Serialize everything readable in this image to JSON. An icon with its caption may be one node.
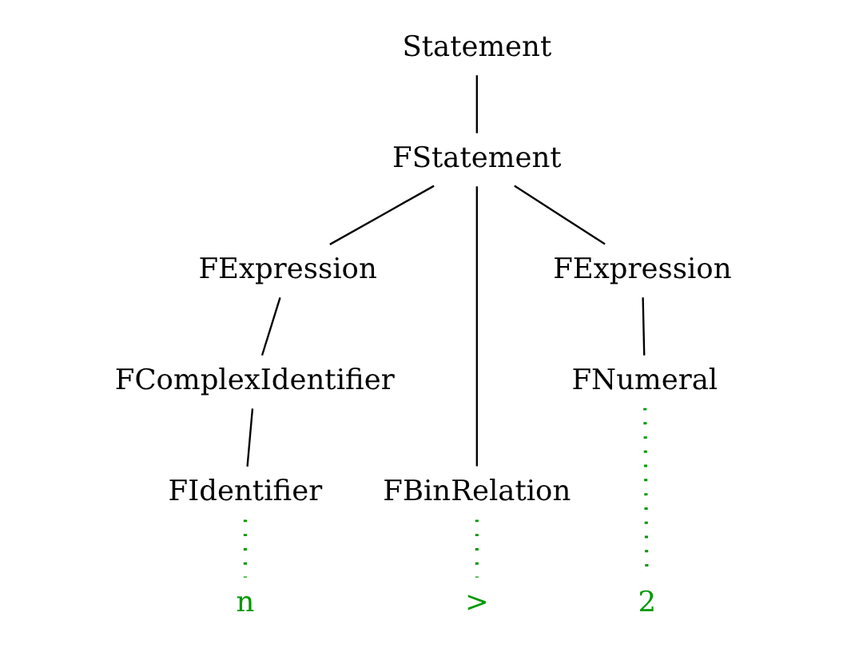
{
  "diagram": {
    "nodes": [
      {
        "text": [
          "Statement"
        ]
      },
      {
        "text": [
          "FStatement"
        ]
      },
      {
        "text": [
          "FExpression"
        ]
      },
      {
        "text": [
          "FBinRelation"
        ]
      },
      {
        "text": [
          "FExpression"
        ]
      },
      {
        "text": [
          "FComplexIdentifier"
        ]
      },
      {
        "text": [
          "FNumeral"
        ]
      },
      {
        "text": [
          "FIdentifier"
        ]
      },
      {
        "text": [
          "n"
        ]
      },
      {
        "text": [
          ">"
        ]
      },
      {
        "text": [
          "2"
        ]
      }
    ],
    "edges": [
      {
        "from": 0,
        "to": 1,
        "arrow": "none"
      },
      {
        "from": 1,
        "to": 2,
        "arrow": "none"
      },
      {
        "from": 1,
        "to": 3,
        "arrow": "none"
      },
      {
        "from": 1,
        "to": 4,
        "arrow": "none"
      },
      {
        "from": 2,
        "to": 5,
        "arrow": "none"
      },
      {
        "from": 4,
        "to": 6,
        "arrow": "none"
      },
      {
        "from": 5,
        "to": 7,
        "arrow": "none"
      },
      {
        "from": 7,
        "to": 8,
        "arrow": "none",
        "style": "dashed",
        "color": "#009900"
      },
      {
        "from": 3,
        "to": 9,
        "arrow": "none",
        "style": "dashed",
        "color": "#009900"
      },
      {
        "from": 6,
        "to": 10,
        "arrow": "none",
        "style": "dashed",
        "color": "#009900"
      }
    ]
  }
}
